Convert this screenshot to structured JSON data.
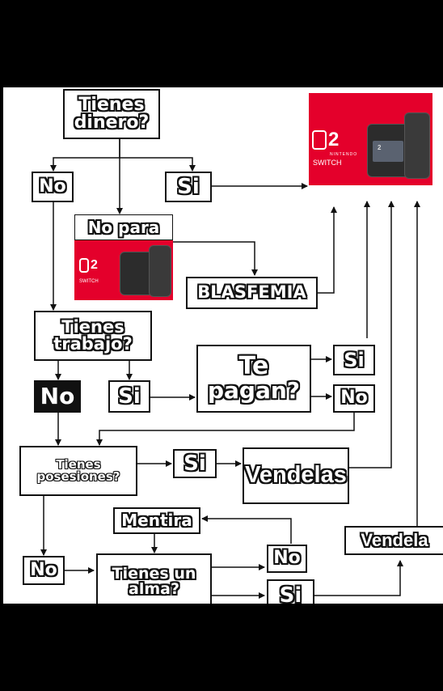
{
  "nodes": {
    "tienes_dinero": [
      "Tienes",
      "dinero?"
    ],
    "no_1": "No",
    "si_1": "Si",
    "no_para": "No para",
    "blasfemia": "BLASFEMIA",
    "tienes_trabajo": [
      "Tienes",
      "trabajo?"
    ],
    "no_2": "No",
    "si_2": "Si",
    "te_pagan": [
      "Te",
      "pagan?"
    ],
    "si_3": "Si",
    "no_3": "No",
    "tienes_posesiones": [
      "Tienes",
      "posesiones?"
    ],
    "si_4": "Si",
    "vendelas": "Vendelas",
    "mentira": "Mentira",
    "vendela": "Vendela",
    "no_4": "No",
    "tienes_un_alma": [
      "Tienes un",
      "alma?"
    ],
    "no_5": "No",
    "si_5": "Si"
  },
  "product": {
    "logo_number": "2",
    "brand_line1": "NINTENDO",
    "brand_line2": "SWITCH",
    "console_badge": "2"
  },
  "colors": {
    "background": "#000000",
    "panel": "#ffffff",
    "ink": "#111111",
    "nintendo_red": "#e4002b"
  }
}
